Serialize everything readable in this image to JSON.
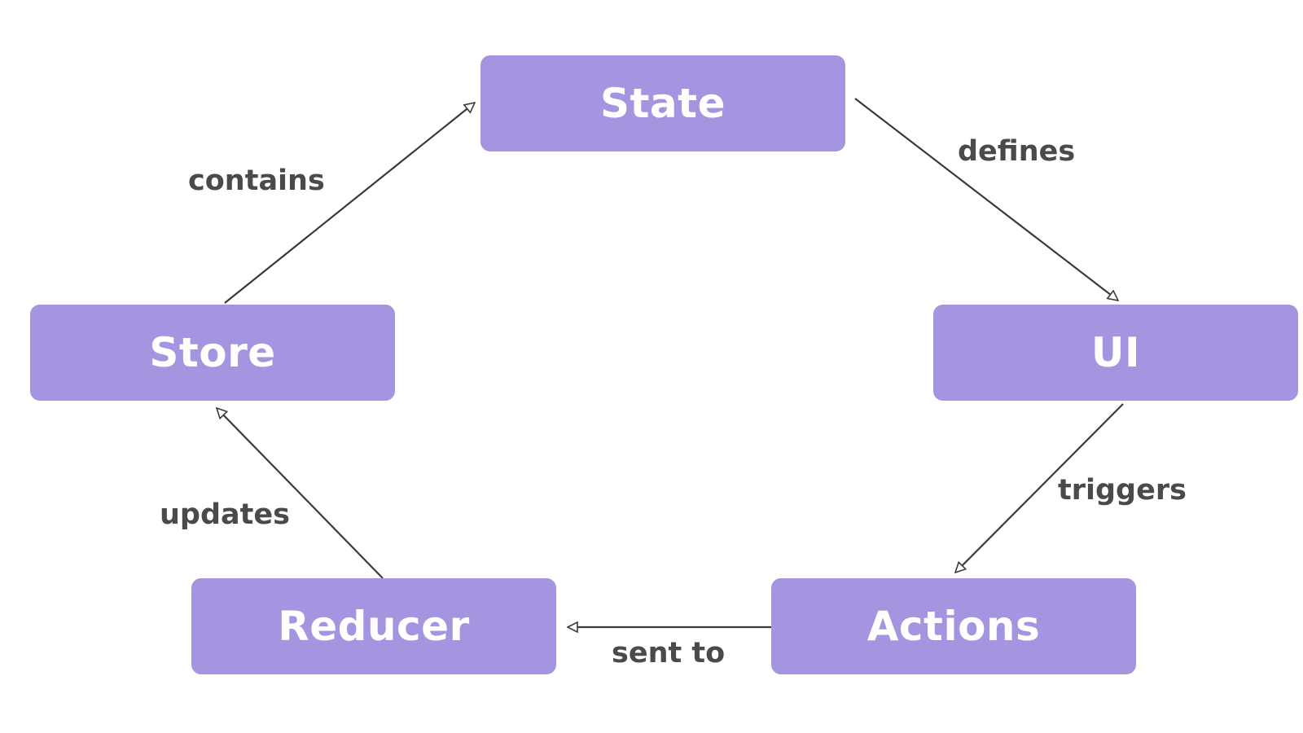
{
  "colors": {
    "node_fill": "#a594e0",
    "node_text": "#ffffff",
    "edge_stroke": "#3a3a3a",
    "label_text": "#4a4a4a",
    "background": "#ffffff"
  },
  "nodes": {
    "state": "State",
    "store": "Store",
    "ui": "UI",
    "reducer": "Reducer",
    "actions": "Actions"
  },
  "edges": [
    {
      "from": "store",
      "to": "state",
      "label": "contains"
    },
    {
      "from": "state",
      "to": "ui",
      "label": "defines"
    },
    {
      "from": "ui",
      "to": "actions",
      "label": "triggers"
    },
    {
      "from": "actions",
      "to": "reducer",
      "label": "sent to"
    },
    {
      "from": "reducer",
      "to": "store",
      "label": "updates"
    }
  ]
}
